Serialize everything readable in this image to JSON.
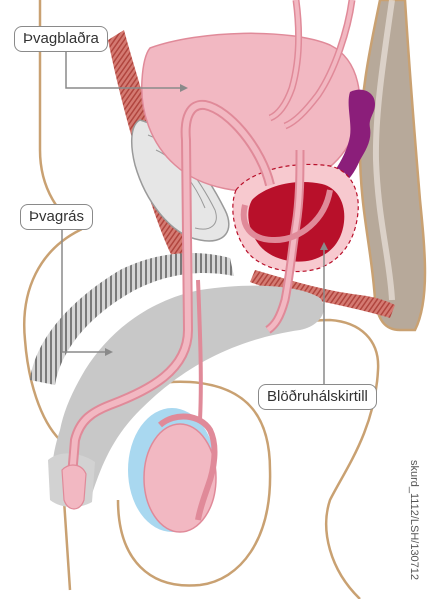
{
  "labels": {
    "bladder": "Þvagblaðra",
    "urethra": "Þvagrás",
    "prostate": "Blöðruhálskirtill"
  },
  "credit": "skurd_1112/LSH/130712",
  "colors": {
    "outline": "#c9a172",
    "bladder": "#f2b8c2",
    "bladder_stroke": "#e08a99",
    "prostate": "#b8102a",
    "prostate_glow": "#f7c9cf",
    "muscle": "#c85a5a",
    "vessel_purple": "#8b1e7a",
    "rectum": "#b7a99a",
    "erectile_grey": "#c8c8c8",
    "testis": "#f2b8c2",
    "tunica_blue": "#a9d8f0",
    "leader": "#8a8a8a"
  }
}
